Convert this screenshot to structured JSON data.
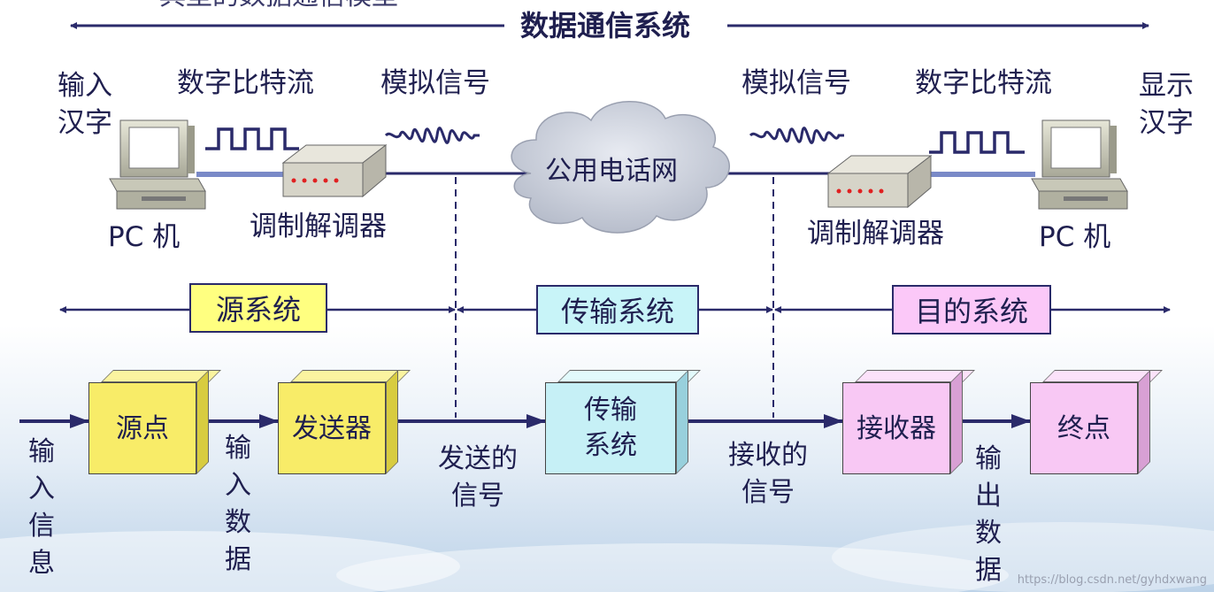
{
  "header": {
    "partial_title": "典型的数据通信模型",
    "system_title": "数据通信系统"
  },
  "top": {
    "input_label": "输入汉字",
    "display_label": "显示汉字",
    "bitstream_left": "数字比特流",
    "analog_left": "模拟信号",
    "analog_right": "模拟信号",
    "bitstream_right": "数字比特流",
    "pc_left": "PC 机",
    "pc_right": "PC 机",
    "modem_left": "调制解调器",
    "modem_right": "调制解调器",
    "network": "公用电话网"
  },
  "systems": {
    "source": "源系统",
    "transmission": "传输系统",
    "destination": "目的系统"
  },
  "blocks": {
    "source": "源点",
    "transmitter": "发送器",
    "transmission": "传输系统",
    "receiver": "接收器",
    "destination": "终点"
  },
  "flow": {
    "input_info": "输入信息",
    "input_data": "输入数据",
    "sent_signal": "发送的信号",
    "received_signal": "接收的信号",
    "output_data": "输出数据"
  },
  "watermark": "https://blog.csdn.net/gyhdxwang",
  "colors": {
    "navy": "#2a2a6a",
    "source_box": "#ffff80",
    "transmission_box": "#c8f4f8",
    "destination_box": "#fbc8f8",
    "cube_source": "#f8ec68",
    "cube_transmission": "#c6f0f6",
    "cube_destination": "#f8c8f4",
    "cloud": "#d4d8e2"
  }
}
